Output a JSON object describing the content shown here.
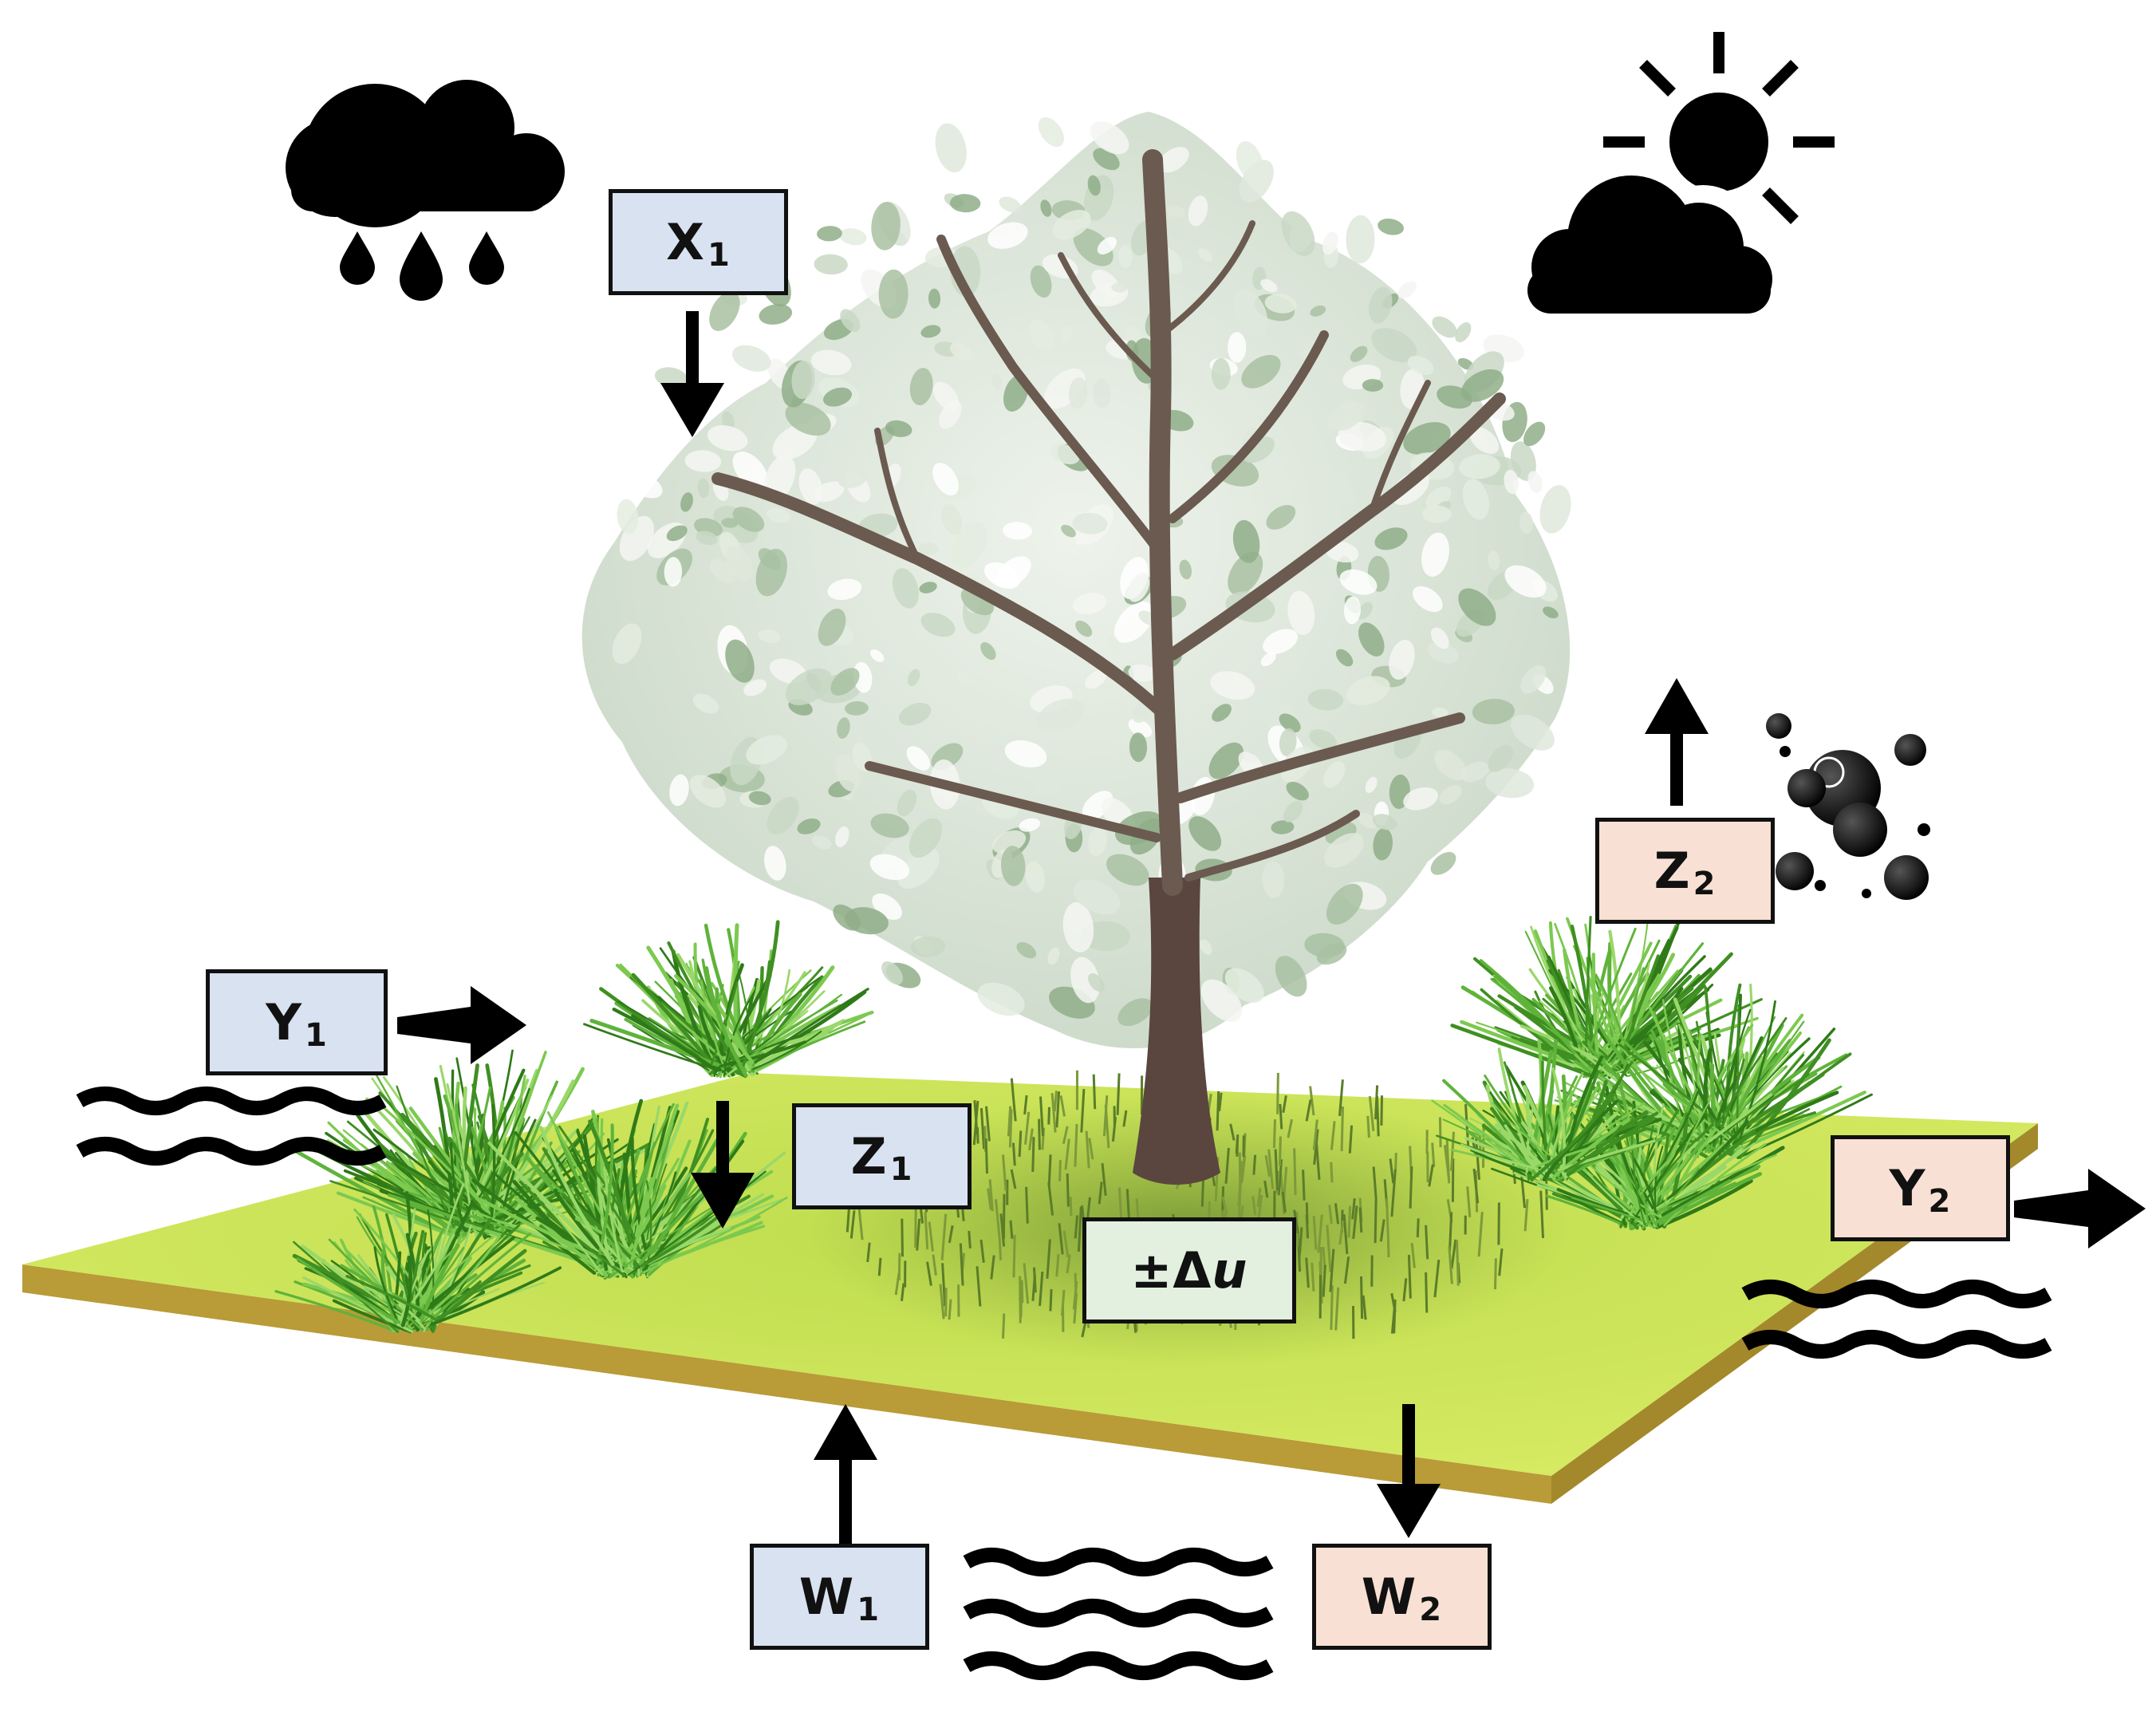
{
  "colors": {
    "input_box_fill": "#d9e2f1",
    "output_box_fill": "#f8e1d4",
    "storage_box_fill": "#e3efdf",
    "ground_fill": "#cfe35a",
    "ground_edge": "#b8a03a",
    "foliage": "#dfe8de",
    "trunk": "#5a463e",
    "grass": "#4f9b2c",
    "icon": "#000000"
  },
  "icons": {
    "rain": "rain-cloud-icon",
    "sun": "sun-behind-cloud-icon",
    "gas": "gas-bubbles-icon",
    "water": "water-waves-icon",
    "tree": "tree-illustration",
    "grass": "grass-tuft-illustration"
  },
  "labels": {
    "x1": {
      "main": "X",
      "sub": "1"
    },
    "y1": {
      "main": "Y",
      "sub": "1"
    },
    "z1": {
      "main": "Z",
      "sub": "1"
    },
    "w1": {
      "main": "W",
      "sub": "1"
    },
    "z2": {
      "main": "Z",
      "sub": "2"
    },
    "y2": {
      "main": "Y",
      "sub": "2"
    },
    "w2": {
      "main": "W",
      "sub": "2"
    },
    "delta": {
      "prefix": "±Δ",
      "italic": "u"
    }
  }
}
